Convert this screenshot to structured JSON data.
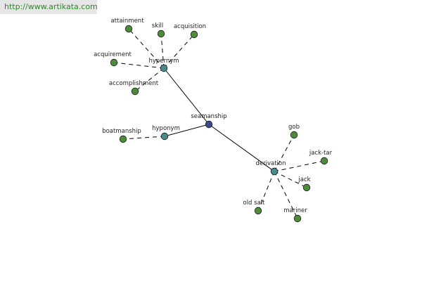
{
  "site_url": "http://www.artikata.com",
  "colors": {
    "root": "#3b4a8c",
    "hub": "#4a8a8a",
    "leaf": "#4e8c3c",
    "edge": "#000000",
    "url_text": "#2b8a2b"
  },
  "nodes": [
    {
      "id": "seamanship",
      "label": "seamanship",
      "kind": "root"
    },
    {
      "id": "hypernym",
      "label": "hypernym",
      "kind": "hub"
    },
    {
      "id": "hyponym",
      "label": "hyponym",
      "kind": "hub"
    },
    {
      "id": "derivation",
      "label": "derivation",
      "kind": "hub"
    },
    {
      "id": "attainment",
      "label": "attainment",
      "kind": "leaf"
    },
    {
      "id": "skill",
      "label": "skill",
      "kind": "leaf"
    },
    {
      "id": "acquisition",
      "label": "acquisition",
      "kind": "leaf"
    },
    {
      "id": "acquirement",
      "label": "acquirement",
      "kind": "leaf"
    },
    {
      "id": "accomplishment",
      "label": "accomplishment",
      "kind": "leaf"
    },
    {
      "id": "boatmanship",
      "label": "boatmanship",
      "kind": "leaf"
    },
    {
      "id": "gob",
      "label": "gob",
      "kind": "leaf"
    },
    {
      "id": "jack-tar",
      "label": "jack-tar",
      "kind": "leaf"
    },
    {
      "id": "jack",
      "label": "jack",
      "kind": "leaf"
    },
    {
      "id": "old-salt",
      "label": "old salt",
      "kind": "leaf"
    },
    {
      "id": "mariner",
      "label": "mariner",
      "kind": "leaf"
    }
  ],
  "edges": [
    {
      "from": "seamanship",
      "to": "hypernym",
      "style": "solid"
    },
    {
      "from": "seamanship",
      "to": "hyponym",
      "style": "solid"
    },
    {
      "from": "seamanship",
      "to": "derivation",
      "style": "solid"
    },
    {
      "from": "hypernym",
      "to": "attainment",
      "style": "dashed"
    },
    {
      "from": "hypernym",
      "to": "skill",
      "style": "dashed"
    },
    {
      "from": "hypernym",
      "to": "acquisition",
      "style": "dashed"
    },
    {
      "from": "hypernym",
      "to": "acquirement",
      "style": "dashed"
    },
    {
      "from": "hypernym",
      "to": "accomplishment",
      "style": "dashed"
    },
    {
      "from": "hyponym",
      "to": "boatmanship",
      "style": "dashed"
    },
    {
      "from": "derivation",
      "to": "gob",
      "style": "dashed"
    },
    {
      "from": "derivation",
      "to": "jack-tar",
      "style": "dashed"
    },
    {
      "from": "derivation",
      "to": "jack",
      "style": "dashed"
    },
    {
      "from": "derivation",
      "to": "old-salt",
      "style": "dashed"
    },
    {
      "from": "derivation",
      "to": "mariner",
      "style": "dashed"
    }
  ]
}
